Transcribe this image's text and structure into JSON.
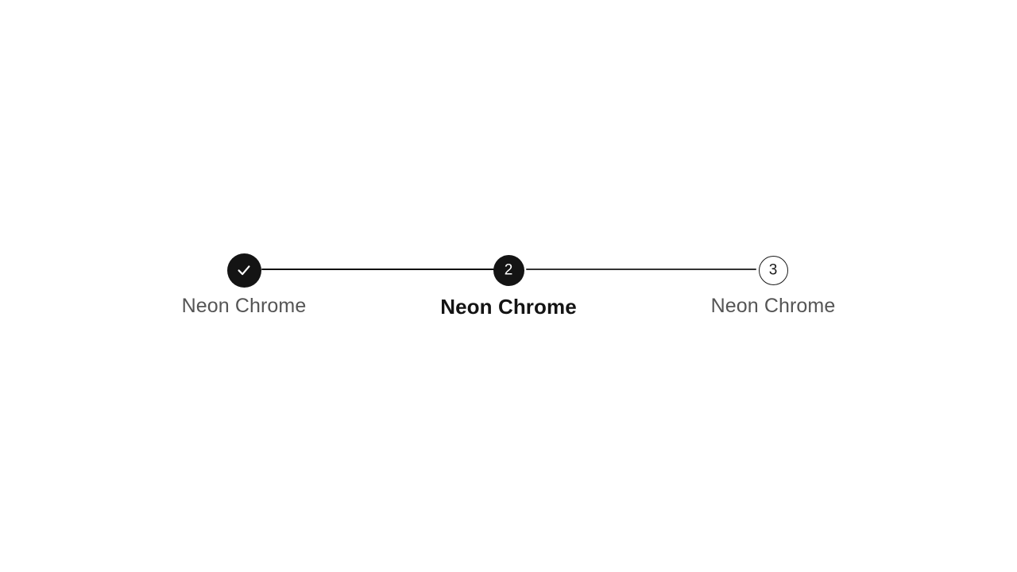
{
  "theme": {
    "background": "#ffffff",
    "marker_fill_done": "#141414",
    "marker_text_done": "#ffffff",
    "marker_fill_upcoming": "#ffffff",
    "marker_border_upcoming": "#1a1a1a",
    "connector_done": "#111111",
    "connector_pending": "#333333",
    "label_inactive": "#555555",
    "label_active": "#141414"
  },
  "stepper": {
    "current_step": 2,
    "total_steps": 3,
    "steps": [
      {
        "index": 1,
        "state": "completed",
        "marker": "✓",
        "icon": "check-icon",
        "label": "Neon Chrome"
      },
      {
        "index": 2,
        "state": "active",
        "marker": "2",
        "icon": "",
        "label": "Neon Chrome"
      },
      {
        "index": 3,
        "state": "upcoming",
        "marker": "3",
        "icon": "",
        "label": "Neon Chrome"
      }
    ],
    "connectors": [
      {
        "index": 1,
        "state": "completed"
      },
      {
        "index": 2,
        "state": "pending"
      }
    ]
  }
}
